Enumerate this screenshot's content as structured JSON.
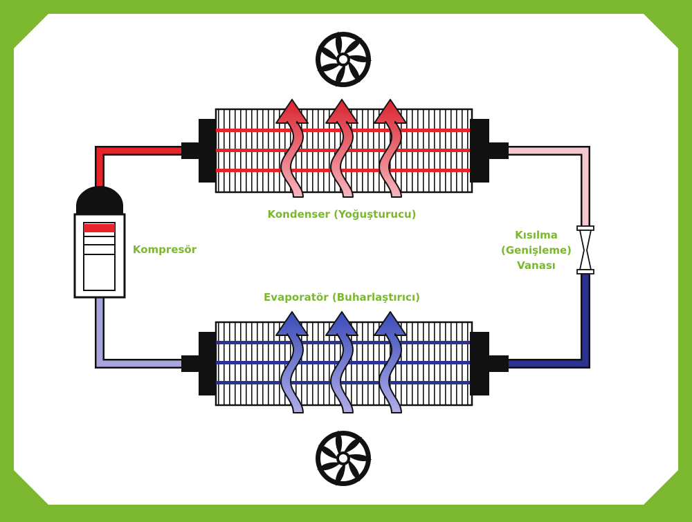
{
  "labels": {
    "compressor": "Kompresör",
    "condenser": "Kondenser (Yoğuşturucu)",
    "evaporator": "Evaporatör (Buharlaştırıcı)",
    "valve": [
      "Kısılma",
      "(Genişleme)",
      "Vanası"
    ]
  },
  "colors": {
    "frame": "#7cb82f",
    "background": "#ffffff",
    "label": "#7cb82f",
    "hot_line": "#e8232a",
    "warm_line": "#f4c7cc",
    "cold_line": "#2a3394",
    "cool_line": "#a8a6dd",
    "hot_arrow_top": "#d9232e",
    "hot_arrow_bottom": "#f7b6c0",
    "cold_arrow_top": "#3a4bb8",
    "cold_arrow_bottom": "#b0aee8"
  },
  "icons": {
    "fans": [
      "fan-icon",
      "fan-icon"
    ],
    "valve": "expansion-valve-icon",
    "compressor": "compressor-icon"
  }
}
